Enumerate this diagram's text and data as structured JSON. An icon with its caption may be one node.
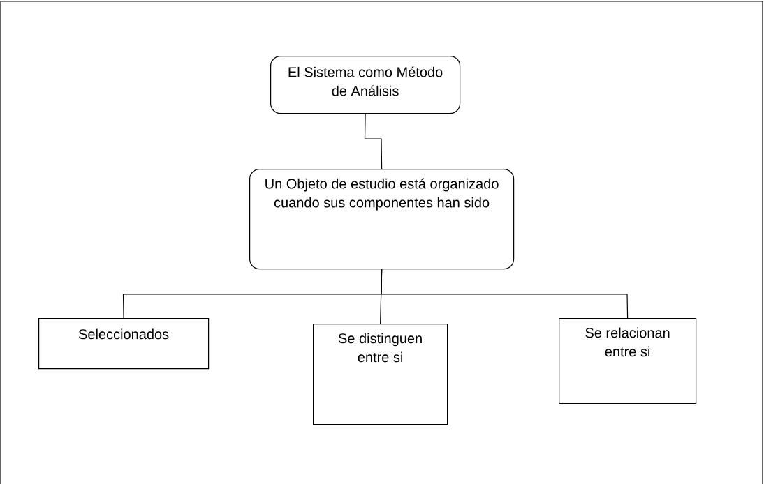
{
  "diagram": {
    "nodes": [
      {
        "text": [
          "El Sistema como Método de Análisis"
        ]
      },
      {
        "text": [
          "Un Objeto de estudio  está organizado cuando sus componentes han sido"
        ]
      },
      {
        "text": [
          "Seleccionados"
        ]
      },
      {
        "text": [
          "Se distinguen entre si"
        ]
      },
      {
        "text": [
          "Se relacionan entre si"
        ]
      }
    ],
    "edges": [
      {
        "from": 0,
        "to": 1,
        "arrow": "none"
      },
      {
        "from": 1,
        "to": 2,
        "arrow": "none"
      },
      {
        "from": 1,
        "to": 3,
        "arrow": "none"
      },
      {
        "from": 1,
        "to": 4,
        "arrow": "none"
      }
    ]
  }
}
